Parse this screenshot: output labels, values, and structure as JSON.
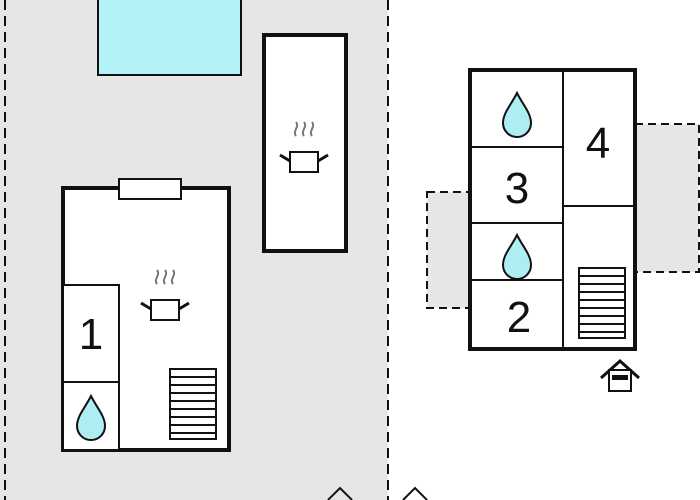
{
  "colors": {
    "wall": "#111111",
    "plot_fill": "#e6e6e6",
    "room_fill": "#ffffff",
    "pool_fill": "#b3f3f7",
    "water_drop_fill": "#aeeef2"
  },
  "rooms": {
    "left_building": {
      "bedroom": "1"
    },
    "right_building": {
      "bedroom_a": "3",
      "bedroom_b": "4",
      "bedroom_c": "2"
    }
  },
  "icons": [
    "pool",
    "kitchen-pot-icon",
    "water-drop-icon",
    "staircase-icon",
    "entrance-house-icon",
    "window-icon"
  ]
}
